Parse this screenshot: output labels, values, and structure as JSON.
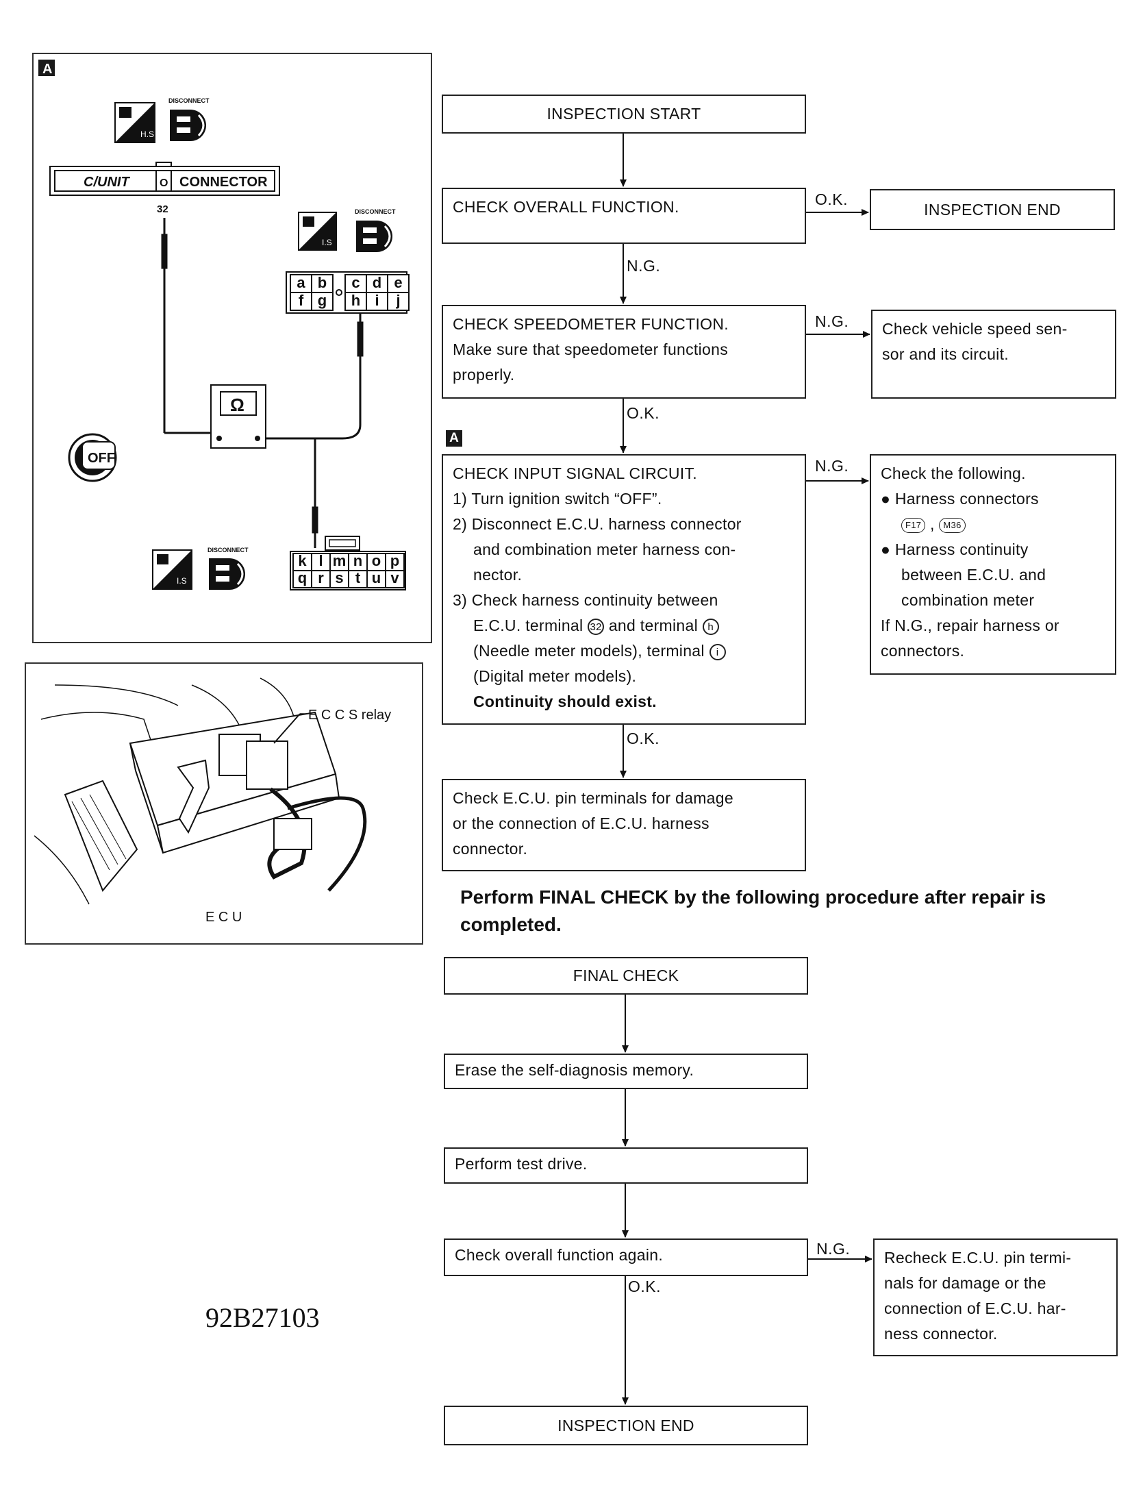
{
  "diagram": {
    "section_tag": "A",
    "drawing_code": "92B27103",
    "final_check_note": "Perform FINAL CHECK by the following procedure after repair is completed."
  },
  "panel_a": {
    "label": "A",
    "disconnect_label": "DISCONNECT",
    "icon_text_top": "H.S",
    "icon_text_mid": "I.S",
    "icon_text_bottom": "I.S",
    "cunit_left": "C/UNIT",
    "cunit_mid": "O",
    "cunit_right": "CONNECTOR",
    "terminal_32": "32",
    "meter_symbol": "Ω",
    "key_label": "OFF",
    "upper_connector_row1": [
      "a",
      "b",
      "c",
      "d",
      "e"
    ],
    "upper_connector_row2": [
      "f",
      "g",
      "h",
      "i",
      "j"
    ],
    "lower_connector_row1": [
      "k",
      "l",
      "m",
      "n",
      "o",
      "p"
    ],
    "lower_connector_row2": [
      "q",
      "r",
      "s",
      "t",
      "u",
      "v"
    ]
  },
  "photo_panel": {
    "eccs_label": "E C C S  relay",
    "ecu_label": "E C U"
  },
  "flow": {
    "start": "INSPECTION START",
    "check_overall": "CHECK OVERALL FUNCTION.",
    "ok": "O.K.",
    "ng": "N.G.",
    "inspection_end": "INSPECTION END",
    "speedo_lines": [
      "CHECK SPEEDOMETER FUNCTION.",
      "Make sure that speedometer functions",
      "properly."
    ],
    "speed_sensor_lines": [
      "Check vehicle speed sen-",
      "sor and its circuit."
    ],
    "input_signal": {
      "title": "CHECK INPUT SIGNAL CIRCUIT.",
      "step1": "1) Turn ignition switch “OFF”.",
      "step2a": "2) Disconnect E.C.U. harness connector",
      "step2b": "and combination meter harness con-",
      "step2c": "nector.",
      "step3a": "3) Check harness continuity between",
      "step3b_pre": "E.C.U. terminal",
      "term_32": "32",
      "step3b_mid": "and terminal",
      "term_h": "h",
      "step3c": "(Needle meter models), terminal",
      "term_i": "i",
      "step3d": "(Digital meter models).",
      "result": "Continuity should exist."
    },
    "check_following": {
      "title": "Check the following.",
      "bullet1": "Harness connectors",
      "conn1": "F17",
      "comma": ",",
      "conn2": "M36",
      "bullet2a": "Harness continuity",
      "bullet2b": "between E.C.U. and",
      "bullet2c": "combination meter",
      "tail1": "If N.G., repair harness or",
      "tail2": "connectors."
    },
    "pin_check_lines": [
      "Check E.C.U. pin terminals for damage",
      "or the connection of E.C.U. harness",
      "connector."
    ],
    "final_check": "FINAL CHECK",
    "erase": "Erase the self-diagnosis memory.",
    "test_drive": "Perform test drive.",
    "check_again": "Check overall function again.",
    "recheck_lines": [
      "Recheck E.C.U. pin termi-",
      "nals for damage or the",
      "connection of E.C.U. har-",
      "ness connector."
    ],
    "end": "INSPECTION END"
  }
}
